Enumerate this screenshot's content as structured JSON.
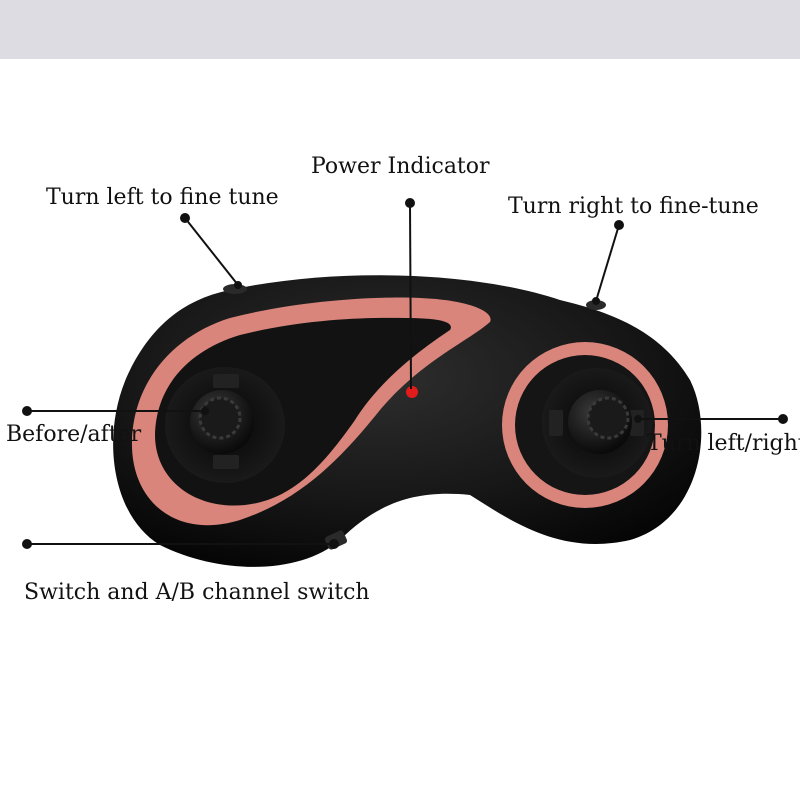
{
  "colors": {
    "top_band": "#dcdce2",
    "body": "#141414",
    "accent": "#d9857b",
    "led": "#e21b1b",
    "leader": "#111111"
  },
  "callouts": {
    "power_indicator": "Power Indicator",
    "turn_left_fine_tune": "Turn left to fine tune",
    "turn_right_fine_tune": "Turn right to fine-tune",
    "before_after": "Before/after",
    "turn_left_right": "Turn left/right",
    "switch_ab_channel": "Switch and A/B channel switch"
  },
  "icons": {
    "left_joystick": "left-joystick-icon",
    "right_joystick": "right-joystick-icon",
    "power_led": "power-led-icon",
    "switch": "slide-switch-icon"
  }
}
